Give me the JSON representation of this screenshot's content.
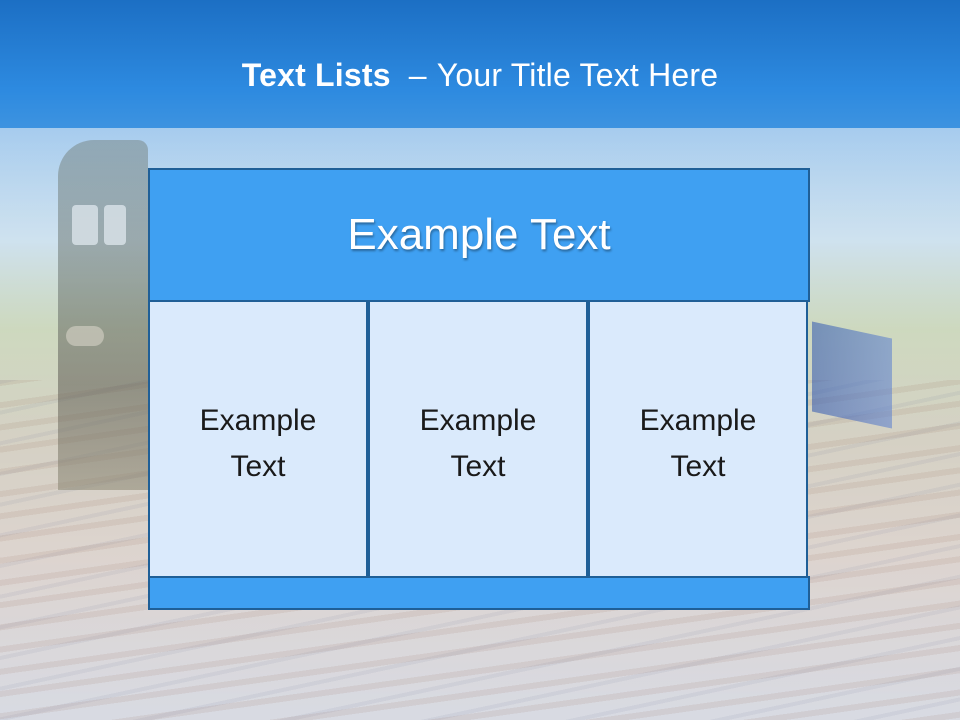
{
  "slide": {
    "title_bold": "Text Lists",
    "title_dash": "–",
    "title_rest": "Your Title Text Here"
  },
  "diagram": {
    "header": "Example Text",
    "cells": [
      {
        "line1": "Example",
        "line2": "Text"
      },
      {
        "line1": "Example",
        "line2": "Text"
      },
      {
        "line1": "Example",
        "line2": "Text"
      }
    ]
  },
  "colors": {
    "title_bar": "#2d8ae0",
    "header_fill": "#3fa0f2",
    "cell_fill": "#daeafc",
    "border": "#1f5f97"
  },
  "background": "train-photo"
}
